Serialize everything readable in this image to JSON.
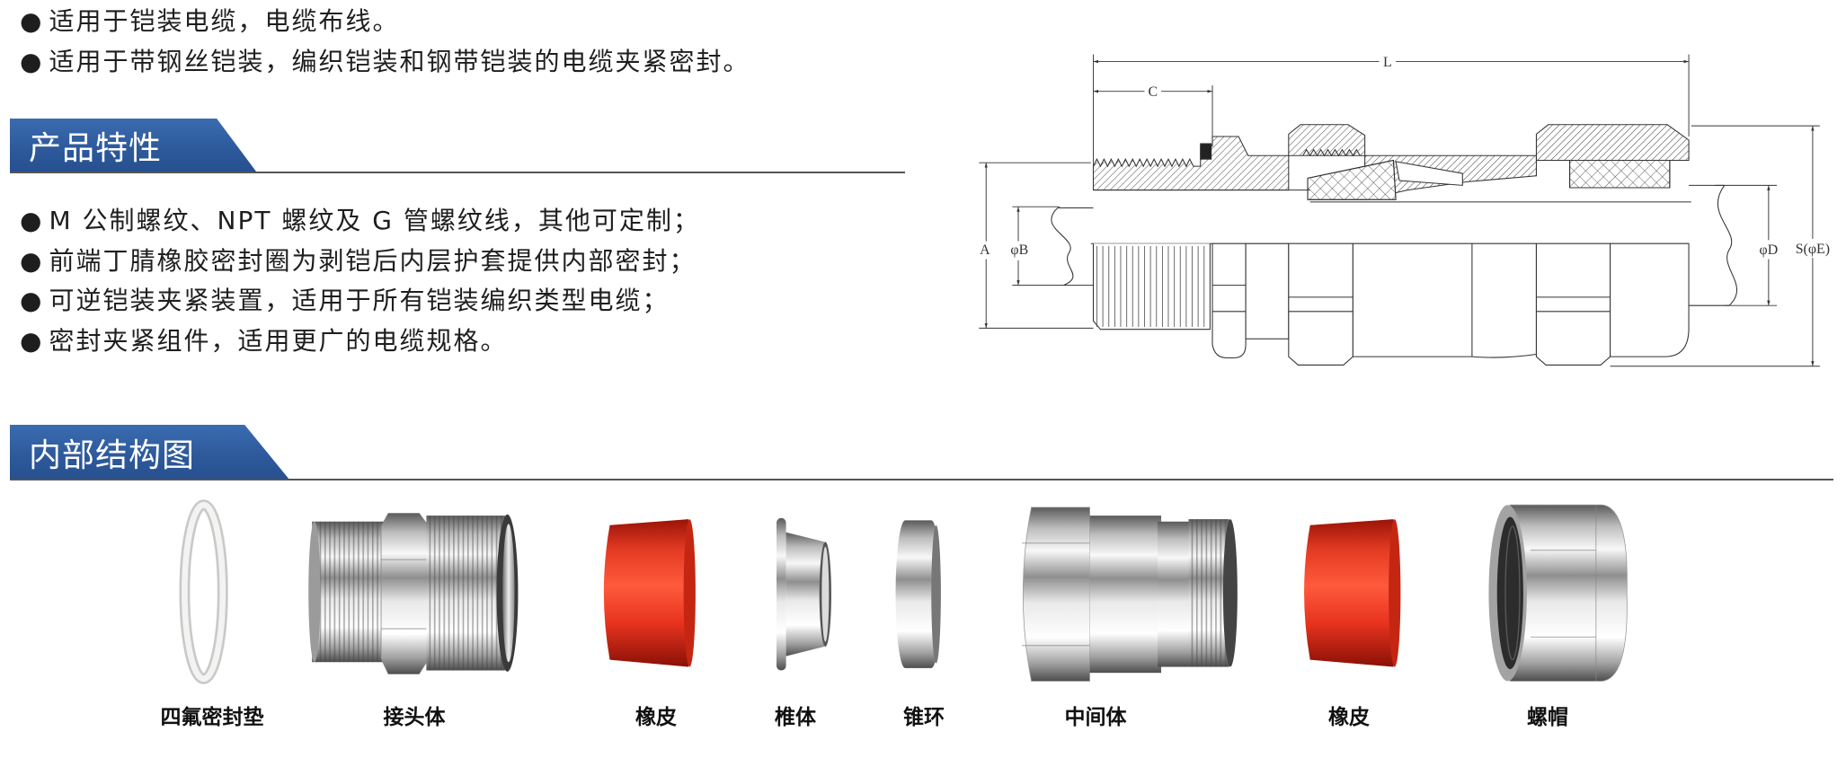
{
  "colors": {
    "banner": "#2e5a9c",
    "rubber": "#e8341f",
    "text": "#1e1e1e",
    "rule": "#555555"
  },
  "bullet": "●",
  "intro": {
    "items": [
      "适用于铠装电缆，电缆布线。",
      "适用于带钢丝铠装，编织铠装和钢带铠装的电缆夹紧密封。"
    ]
  },
  "features": {
    "title": "产品特性",
    "items": [
      "M 公制螺纹、NPT 螺纹及 G 管螺纹线，其他可定制；",
      "前端丁腈橡胶密封圈为剥铠后内层护套提供内部密封；",
      "可逆铠装夹紧装置，适用于所有铠装编织类型电缆；",
      "密封夹紧组件，适用更广的电缆规格。"
    ]
  },
  "dimension_drawing": {
    "labels": {
      "length": "L",
      "c": "C",
      "a": "A",
      "b": "φB",
      "d": "φD",
      "s": "S(φE)"
    }
  },
  "structure": {
    "title": "内部结构图",
    "parts": [
      {
        "name": "四氟密封垫"
      },
      {
        "name": "接头体"
      },
      {
        "name": "橡皮"
      },
      {
        "name": "椎体"
      },
      {
        "name": "锥环"
      },
      {
        "name": "中间体"
      },
      {
        "name": "橡皮"
      },
      {
        "name": "螺帽"
      }
    ]
  }
}
